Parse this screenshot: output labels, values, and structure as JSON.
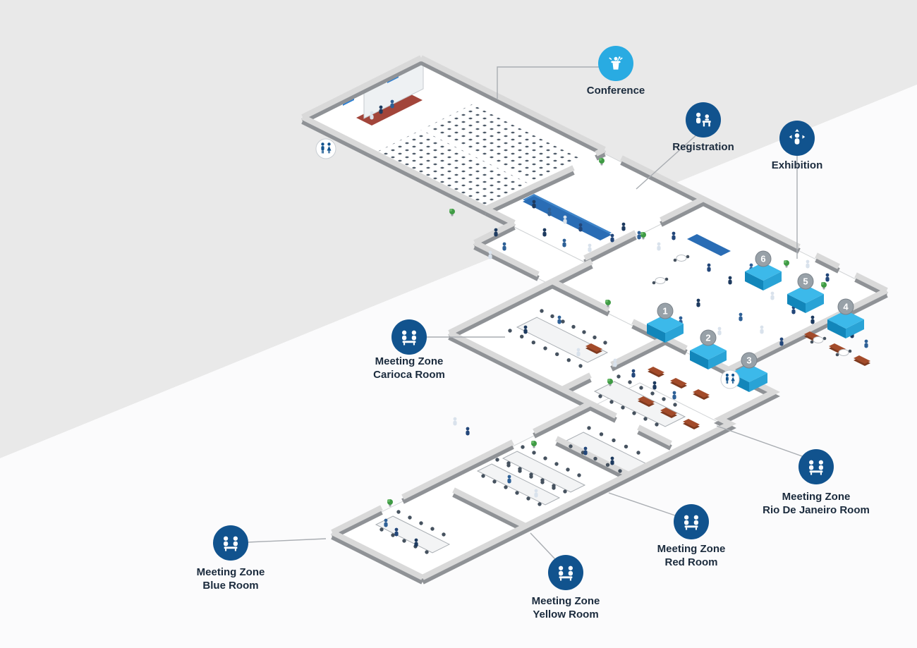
{
  "title": "Event venue isometric floor plan",
  "colors": {
    "accent_cyan": "#29abe2",
    "badge_navy": "#11538e",
    "booth_cyan_top": "#3cb9ea",
    "booth_cyan_left": "#1286ba",
    "booth_cyan_right": "#29a3d6",
    "booth_number_gray": "#98a1a8",
    "background_gray": "#e9e9e9",
    "label_text": "#1b2b3d",
    "wall_gray": "#8f9296",
    "sofa_brown": "#a34b2a"
  },
  "markers": {
    "conference": "Conference",
    "registration": "Registration",
    "exhibition": "Exhibition"
  },
  "zones": {
    "carioca": {
      "line1": "Meeting Zone",
      "line2": "Carioca Room"
    },
    "rio": {
      "line1": "Meeting Zone",
      "line2": "Rio De Janeiro Room"
    },
    "red": {
      "line1": "Meeting Zone",
      "line2": "Red Room"
    },
    "yellow": {
      "line1": "Meeting Zone",
      "line2": "Yellow Room"
    },
    "blue": {
      "line1": "Meeting Zone",
      "line2": "Blue Room"
    }
  },
  "booths": {
    "numbers": [
      "1",
      "2",
      "3",
      "4",
      "5",
      "6"
    ]
  }
}
